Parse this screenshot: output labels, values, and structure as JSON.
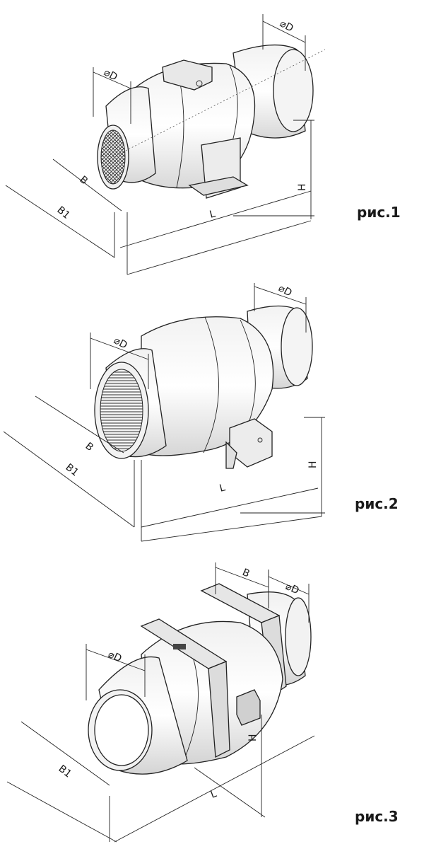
{
  "colors": {
    "line": "#222222",
    "body_fill": "#f4f4f4",
    "shade": "#d9d9d9",
    "background": "#ffffff"
  },
  "figures": [
    {
      "caption": "рис.1",
      "labels": {
        "diameter_outlet": "⌀D",
        "diameter_inlet": "⌀D",
        "b": "B",
        "b1": "B1",
        "l": "L",
        "h": "H"
      }
    },
    {
      "caption": "рис.2",
      "labels": {
        "diameter_outlet": "⌀D",
        "diameter_inlet": "⌀D",
        "b": "B",
        "b1": "B1",
        "l": "L",
        "h": "H"
      }
    },
    {
      "caption": "рис.3",
      "labels": {
        "b": "B",
        "diameter_outlet": "⌀D",
        "diameter_inlet": "⌀D",
        "b1": "B1",
        "l": "L",
        "h": "H"
      }
    }
  ]
}
